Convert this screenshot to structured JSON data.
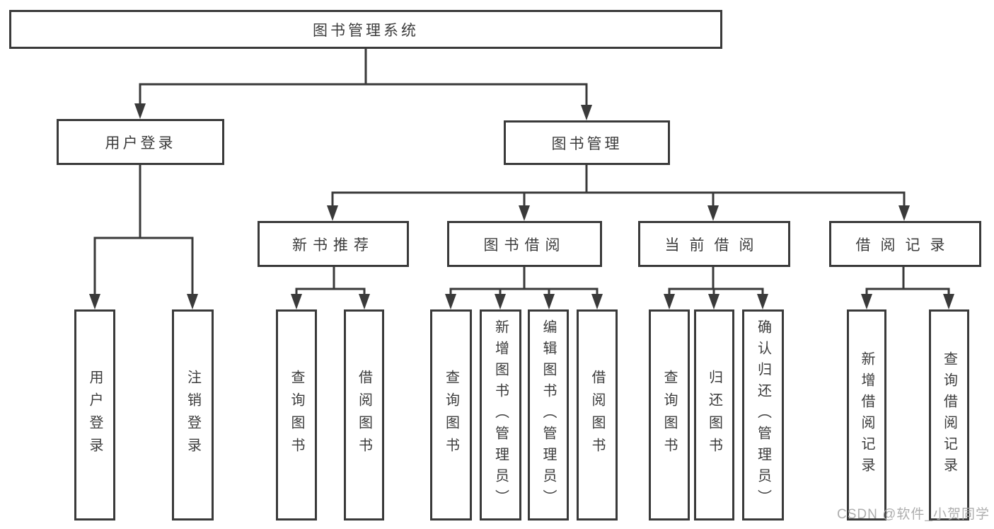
{
  "colors": {
    "background": "#ffffff",
    "line": "#3a3a3a",
    "node_border": "#3a3a3a",
    "node_fill": "#ffffff",
    "text": "#3c3c3c",
    "watermark": "#a8a8a8"
  },
  "tree": {
    "root": {
      "label": "图书管理系统"
    },
    "branches": [
      {
        "label": "用户登录",
        "children": [
          {
            "label": "用户登录"
          },
          {
            "label": "注销登录"
          }
        ]
      },
      {
        "label": "图书管理",
        "children": [
          {
            "label": "新书推荐",
            "children": [
              {
                "label": "查询图书"
              },
              {
                "label": "借阅图书"
              }
            ]
          },
          {
            "label": "图书借阅",
            "children": [
              {
                "label": "查询图书"
              },
              {
                "label": "新增图书（管理员）"
              },
              {
                "label": "编辑图书（管理员）"
              },
              {
                "label": "借阅图书"
              }
            ]
          },
          {
            "label": "当前借阅",
            "children": [
              {
                "label": "查询图书"
              },
              {
                "label": "归还图书"
              },
              {
                "label": "确认归还（管理员）"
              }
            ]
          },
          {
            "label": "借阅记录",
            "children": [
              {
                "label": "新增借阅记录"
              },
              {
                "label": "查询借阅记录"
              }
            ]
          }
        ]
      }
    ]
  },
  "watermark": {
    "text": "CSDN @软件_小贺同学"
  }
}
